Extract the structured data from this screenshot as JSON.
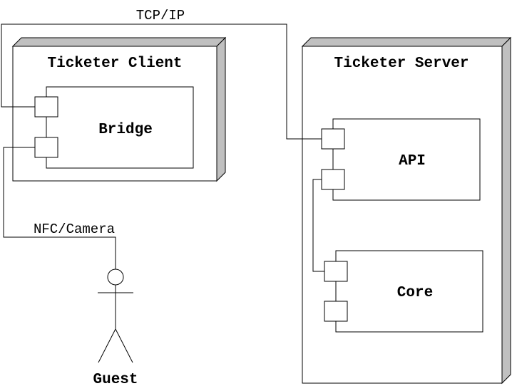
{
  "nodes": {
    "client": {
      "title": "Ticketer Client"
    },
    "server": {
      "title": "Ticketer Server"
    }
  },
  "components": {
    "bridge": {
      "label": "Bridge"
    },
    "api": {
      "label": "API"
    },
    "core": {
      "label": "Core"
    }
  },
  "connections": {
    "tcp": {
      "label": "TCP/IP"
    },
    "nfc": {
      "label": "NFC/Camera"
    }
  },
  "actors": {
    "guest": {
      "label": "Guest"
    }
  },
  "colors": {
    "node_shadow": "#c0c0c0",
    "stroke": "#000000"
  }
}
